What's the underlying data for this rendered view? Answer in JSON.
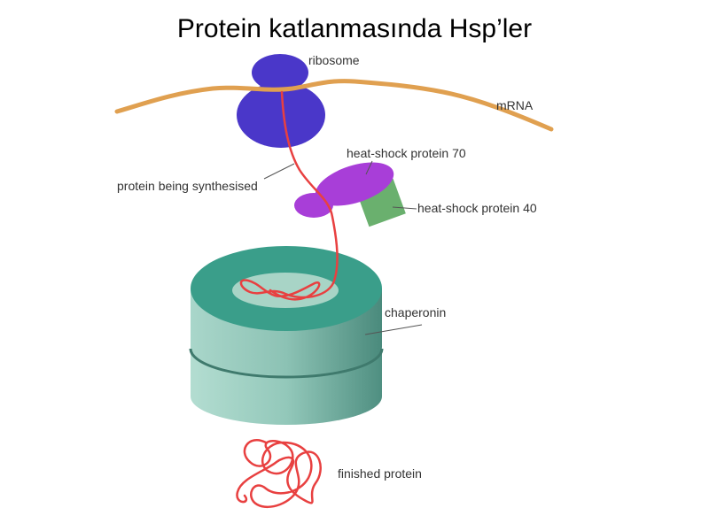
{
  "slide": {
    "title": "Protein katlanmasında Hsp’ler"
  },
  "diagram": {
    "labels": {
      "ribosome": "ribosome",
      "mrna": "mRNA",
      "protein_being_synthesised": "protein being synthesised",
      "hsp70": "heat-shock protein 70",
      "hsp40": "heat-shock protein 40",
      "chaperonin": "chaperonin",
      "finished_protein": "finished protein"
    },
    "colors": {
      "ribosome": "#4a37c9",
      "mrna": "#e0a050",
      "protein_chain": "#e84040",
      "hsp70": "#a83ed8",
      "hsp40": "#6ab06e",
      "chaperonin_top": "#3a9e8a",
      "chaperonin_side_light": "#a8d4c8",
      "chaperonin_side_dark": "#4e8e80",
      "leader_line": "#555555"
    }
  }
}
